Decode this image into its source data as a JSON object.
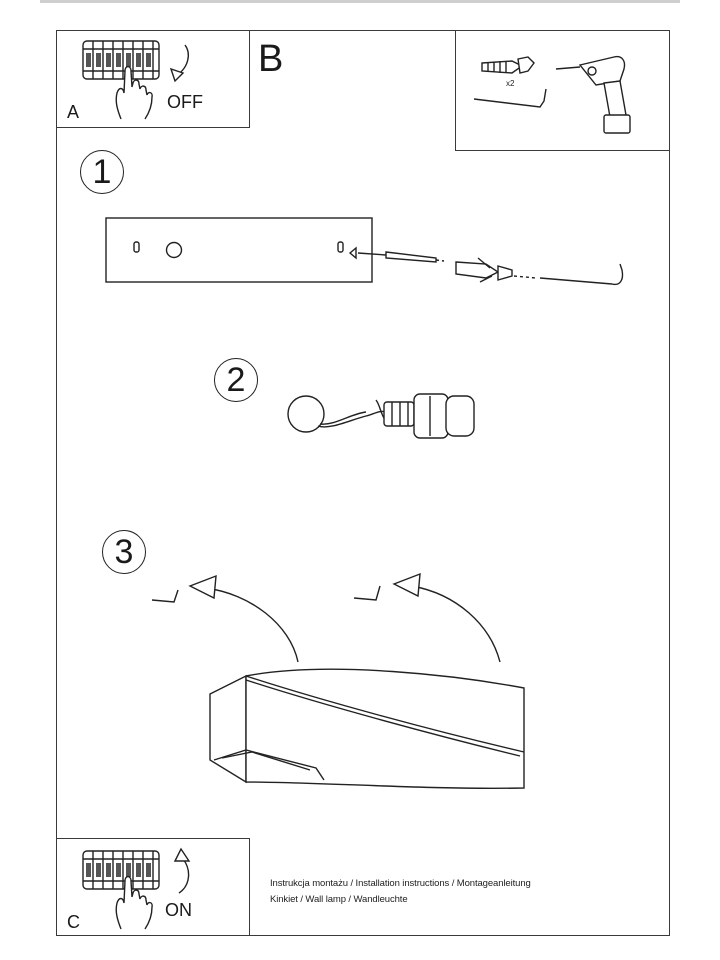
{
  "panels": {
    "a": {
      "letter": "A",
      "switch_state": "OFF"
    },
    "b": {
      "letter": "B",
      "tool_count": "x2"
    },
    "c": {
      "letter": "C",
      "switch_state": "ON"
    }
  },
  "steps": [
    {
      "number": "1"
    },
    {
      "number": "2"
    },
    {
      "number": "3"
    }
  ],
  "footer": {
    "line1": "Instrukcja montażu / Installation instructions / Montageanleitung",
    "line2": "Kinkiet / Wall lamp / Wandleuchte"
  },
  "icons": {
    "panel_a": [
      "terminal-block-icon",
      "hand-icon",
      "rotate-arrow-down-icon"
    ],
    "panel_b": [
      "wall-plug-icon",
      "screw-icon",
      "allen-key-icon",
      "drill-icon"
    ],
    "step1": [
      "mounting-bracket-icon",
      "screw-icon",
      "wall-plug-icon",
      "allen-key-icon"
    ],
    "step2": [
      "cable-icon",
      "lamp-socket-icon"
    ],
    "step3": [
      "allen-key-icon",
      "curved-arrow-icon",
      "wall-lamp-icon"
    ],
    "panel_c": [
      "terminal-block-icon",
      "hand-icon",
      "rotate-arrow-up-icon"
    ]
  }
}
